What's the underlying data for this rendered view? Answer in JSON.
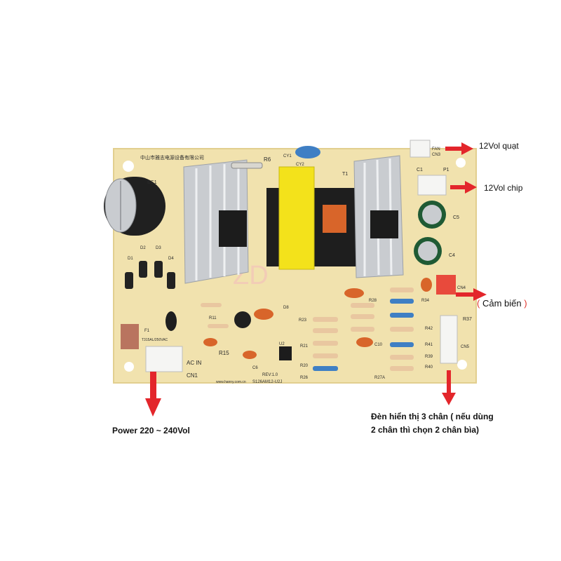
{
  "colors": {
    "board": "#f1e2ae",
    "board_edge": "#e2cf8f",
    "arrow": "#e3262b",
    "heatsink": "#c9ccd0",
    "transformer": "#f3e21b",
    "connector": "#f5f5f3",
    "sensor_connector": "#e84a3c",
    "resistor": "#e9c7a0",
    "capacitor_orange": "#d8652a",
    "capacitor_blue": "#3f7fc4",
    "electrolytic_black": "#202020",
    "electrolytic_green": "#1f5a34"
  },
  "pcb_silkscreen": {
    "company": "中山市雅志电源设备有限公司",
    "ec1": "EC1",
    "r6": "R6",
    "cy1": "CY1",
    "cy2": "CY2",
    "t1": "T1",
    "c1": "C1",
    "p1": "P1",
    "fan": "FAN",
    "cn3": "CN3",
    "c5": "C5",
    "c4": "C4",
    "cn4": "CN4",
    "d1": "D1",
    "d2": "D2",
    "d3": "D3",
    "d4": "D4",
    "r37": "R37",
    "cn5": "CN5",
    "f1": "F1",
    "t315": "T315AL/250VAC",
    "ac_in": "AC IN",
    "cn1": "CN1",
    "r15": "R15",
    "rev": "REV:1.0",
    "model": "S126AM12-U2J",
    "url": "www.hanny.com.cn",
    "r23": "R23",
    "r28": "R28",
    "r34": "R34",
    "r41": "R41",
    "r39": "R39",
    "r40": "R40",
    "r42": "R42",
    "r27a": "R27A",
    "r11": "R11",
    "d8": "D8",
    "c10": "C10",
    "u2": "U2",
    "c6": "C6",
    "r20": "R20",
    "r26": "R26",
    "r21": "R21",
    "zd": "ZD"
  },
  "labels": {
    "fan": "12Vol quạt",
    "chip": "12Vol chip",
    "sensor_open": "(",
    "sensor_text": " Cảm biến ",
    "sensor_close": ")",
    "power": "Power 220 ~ 240Vol",
    "led_line1": "Đèn hiển thị 3 chân ( nếu dùng",
    "led_line2": "2 chân thì chọn 2 chân bìa)"
  }
}
